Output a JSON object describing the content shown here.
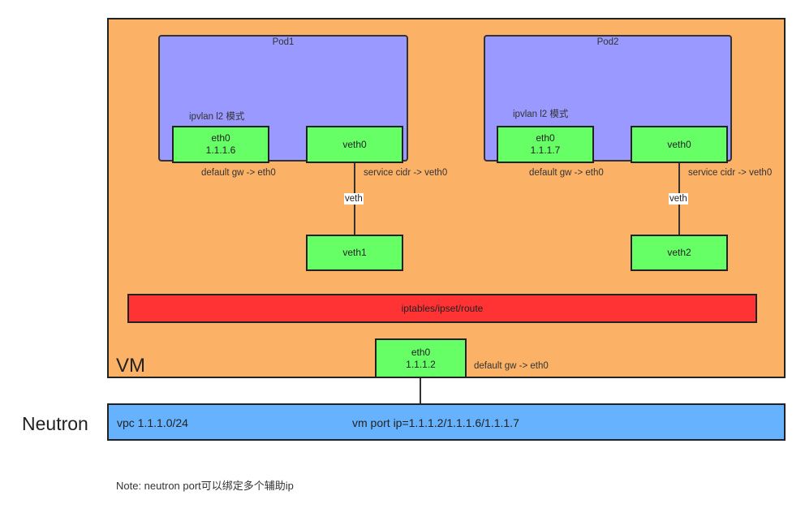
{
  "vm": {
    "label": "VM",
    "iptables_label": "iptables/ipset/route",
    "eth0": {
      "name": "eth0",
      "ip": "1.1.1.2",
      "route": "default gw -> eth0"
    }
  },
  "pods": [
    {
      "title": "Pod1",
      "mode": "ipvlan l2 模式",
      "eth0": {
        "name": "eth0",
        "ip": "1.1.1.6"
      },
      "veth0": "veth0",
      "default_route": "default gw -> eth0",
      "service_route": "service cidr -> veth0",
      "link_label": "veth",
      "host_veth": "veth1"
    },
    {
      "title": "Pod2",
      "mode": "ipvlan l2 模式",
      "eth0": {
        "name": "eth0",
        "ip": "1.1.1.7"
      },
      "veth0": "veth0",
      "default_route": "default gw -> eth0",
      "service_route": "service cidr -> veth0",
      "link_label": "veth",
      "host_veth": "veth2"
    }
  ],
  "neutron": {
    "label": "Neutron",
    "vpc": "vpc 1.1.1.0/24",
    "vm_port": "vm port ip=1.1.1.2/1.1.1.6/1.1.1.7"
  },
  "note": "Note: neutron port可以绑定多个辅助ip"
}
